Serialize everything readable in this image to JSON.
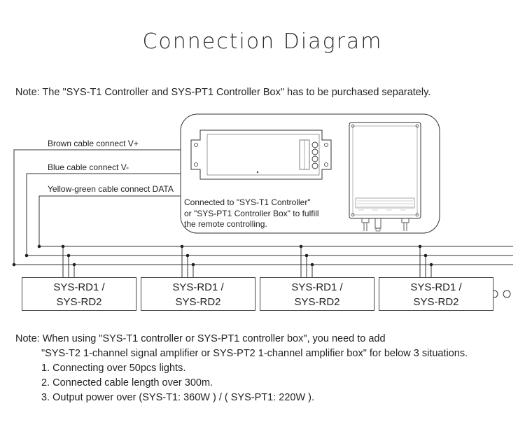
{
  "title": "Connection Diagram",
  "note_top": {
    "prefix": "Note",
    "text": ": The \"SYS-T1 Controller and SYS-PT1 Controller Box\" has to be purchased separately."
  },
  "cables": {
    "brown": "Brown cable connect V+",
    "blue": "Blue cable connect V-",
    "yellow_green": "Yellow-green cable connect DATA"
  },
  "controller_note": [
    "Connected to \"SYS-T1 Controller\"",
    "or \"SYS-PT1 Controller Box\" to fulfill",
    "the remote controlling."
  ],
  "devices": [
    {
      "line1": "SYS-RD1 /",
      "line2": "SYS-RD2"
    },
    {
      "line1": "SYS-RD1 /",
      "line2": "SYS-RD2"
    },
    {
      "line1": "SYS-RD1 /",
      "line2": "SYS-RD2"
    },
    {
      "line1": "SYS-RD1 /",
      "line2": "SYS-RD2"
    }
  ],
  "note_bottom": {
    "prefix": "Note",
    "line1": ": When using \"SYS-T1 controller or SYS-PT1 controller box\", you need to add",
    "line2": "\"SYS-T2 1-channel signal amplifier or SYS-PT2 1-channel amplifier box\" for below 3 situations.",
    "items": [
      "1. Connecting over 50pcs lights.",
      "2. Connected cable length over 300m.",
      "3. Output power over (SYS-T1: 360W ) / ( SYS-PT1: 220W )."
    ]
  },
  "colors": {
    "line": "#333333",
    "text": "#222222"
  },
  "icons": [
    "controller-device-icon",
    "controller-box-icon",
    "continuation-circles-icon"
  ]
}
